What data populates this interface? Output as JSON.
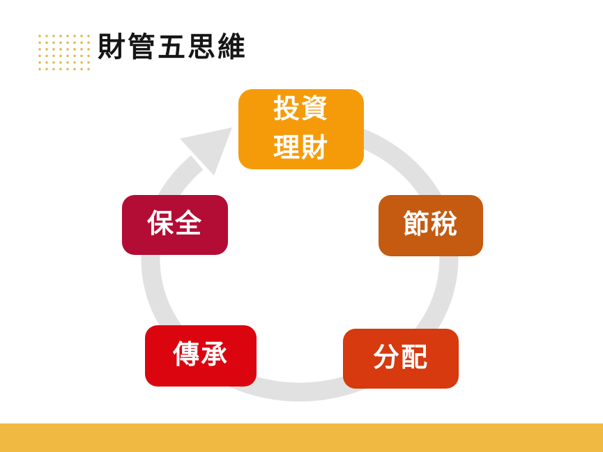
{
  "slide": {
    "title": "財管五思維",
    "background_color": "#FFFFFF",
    "accent_bar_color": "#F0B941",
    "dots_color": "#DFBD56"
  },
  "cycle": {
    "arrow_color": "#E1E1E1",
    "direction": "clockwise",
    "items": [
      {
        "id": "invest",
        "label": "投資理財",
        "lines": [
          "投資",
          "理財"
        ],
        "color": "#F59B0A",
        "position": "top"
      },
      {
        "id": "tax",
        "label": "節稅",
        "color": "#C55A11",
        "position": "right"
      },
      {
        "id": "allocate",
        "label": "分配",
        "color": "#D63A0E",
        "position": "bottom-right"
      },
      {
        "id": "inherit",
        "label": "傳承",
        "color": "#DB0510",
        "position": "bottom-left"
      },
      {
        "id": "preserve",
        "label": "保全",
        "color": "#B30D35",
        "position": "left"
      }
    ]
  }
}
